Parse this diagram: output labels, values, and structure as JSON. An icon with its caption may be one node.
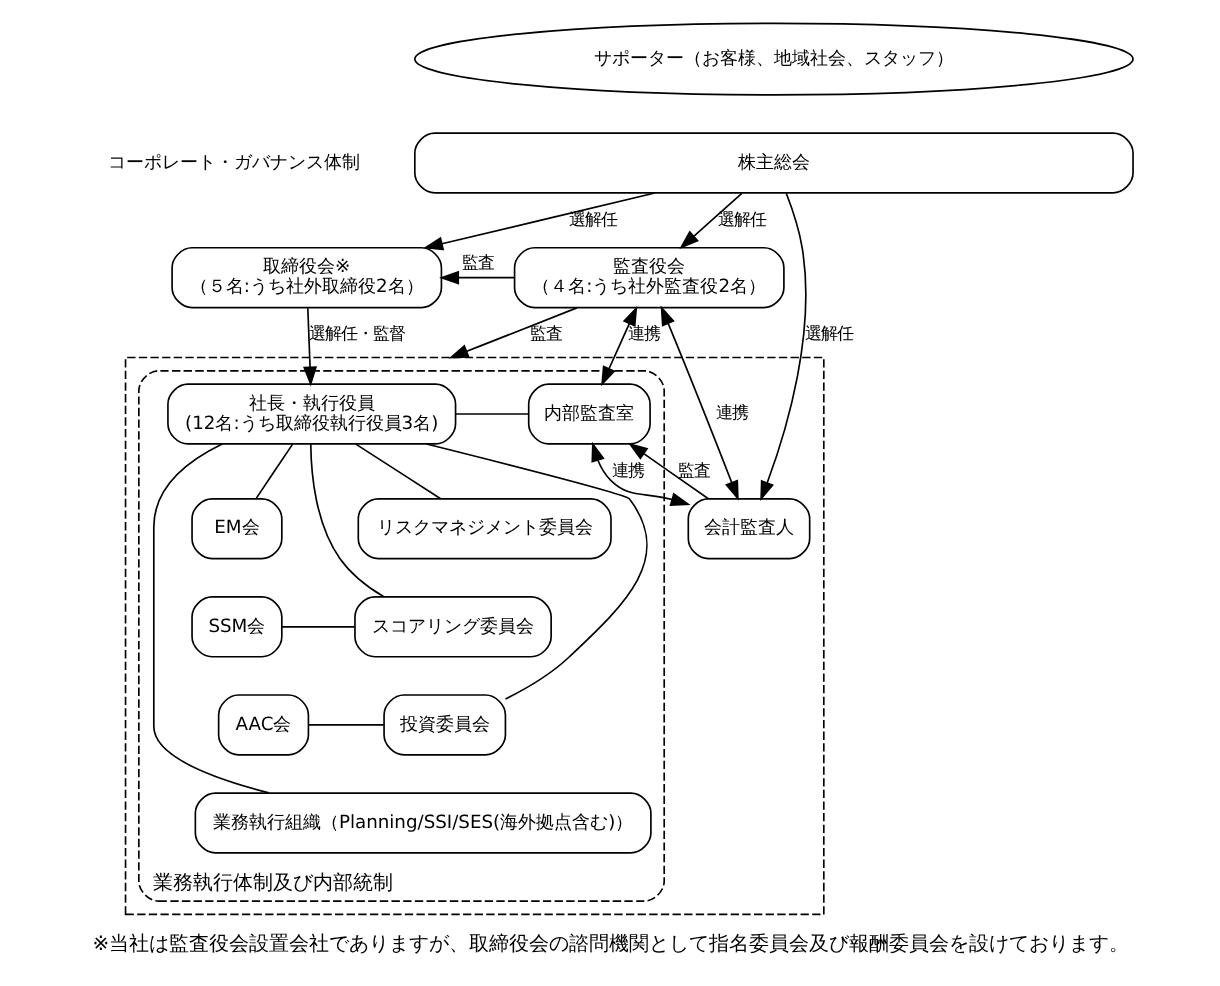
{
  "diagram": {
    "caption": "※当社は監査役会設置会社でありますが、取締役会の諮問機関として指名委員会及び報酬委員会を設けております。",
    "nodes": [
      {
        "text": [
          "サポーター（お客様、地域社会、スタッフ）"
        ]
      },
      {
        "text": [
          "株主総会"
        ]
      },
      {
        "text": [
          "取締役会※",
          "（５名:うち社外取締役2名）"
        ]
      },
      {
        "text": [
          "監査役会",
          "（４名:うち社外監査役2名）"
        ]
      },
      {
        "text": [],
        "shape": "box"
      },
      {
        "text": [
          "業務執行体制及び内部統制"
        ],
        "in": 4
      },
      {
        "text": [
          "社長・執行役員",
          "(12名:うち取締役執行役員3名)"
        ],
        "in": 5
      },
      {
        "text": [
          "EM会"
        ],
        "in": 5
      },
      {
        "text": [
          "リスクマネジメント委員会"
        ],
        "in": 5
      },
      {
        "text": [
          "SSM会"
        ],
        "in": 5
      },
      {
        "text": [
          "スコアリング委員会"
        ],
        "in": 5
      },
      {
        "text": [
          "AAC会"
        ],
        "in": 5
      },
      {
        "text": [
          "投資委員会"
        ],
        "in": 5
      },
      {
        "text": [
          "業務執行組織（Planning/SSI/SES(海外拠点含む)）"
        ],
        "in": 5
      },
      {
        "text": [
          "内部監査室"
        ],
        "in": 5
      },
      {
        "text": [
          "会計監査人"
        ],
        "in": 4
      }
    ],
    "edges": [
      {
        "from": 1,
        "to": 2,
        "arrow": "to",
        "label": "選解任"
      },
      {
        "from": 1,
        "to": 3,
        "arrow": "to",
        "label": "選解任"
      },
      {
        "from": 1,
        "to": 15,
        "arrow": "to",
        "label": "選解任"
      },
      {
        "from": 3,
        "to": 2,
        "arrow": "to",
        "label": "監査"
      },
      {
        "from": 2,
        "to": 6,
        "arrow": "to",
        "label": "選解任・監督"
      },
      {
        "from": 3,
        "to": 4,
        "arrow": "to",
        "label": "監査"
      },
      {
        "from": 14,
        "to": 3,
        "arrow": "both",
        "label": "連携"
      },
      {
        "from": 3,
        "to": 15,
        "arrow": "both",
        "label": "連携"
      },
      {
        "from": 14,
        "to": 15,
        "arrow": "both",
        "label": "連携"
      },
      {
        "from": 15,
        "to": 14,
        "arrow": "to",
        "label": "監査"
      },
      {
        "from": 6,
        "to": 14,
        "arrow": "none"
      },
      {
        "from": 6,
        "to": 7,
        "arrow": "none"
      },
      {
        "from": 6,
        "to": 8,
        "arrow": "none"
      },
      {
        "from": 6,
        "to": 10,
        "arrow": "none"
      },
      {
        "from": 6,
        "to": 12,
        "arrow": "none"
      },
      {
        "from": 6,
        "to": 13,
        "arrow": "none"
      },
      {
        "from": 9,
        "to": 10,
        "arrow": "none"
      },
      {
        "from": 11,
        "to": 12,
        "arrow": "none"
      }
    ],
    "labels": [
      "コーポレート・ガバナンス体制"
    ]
  }
}
